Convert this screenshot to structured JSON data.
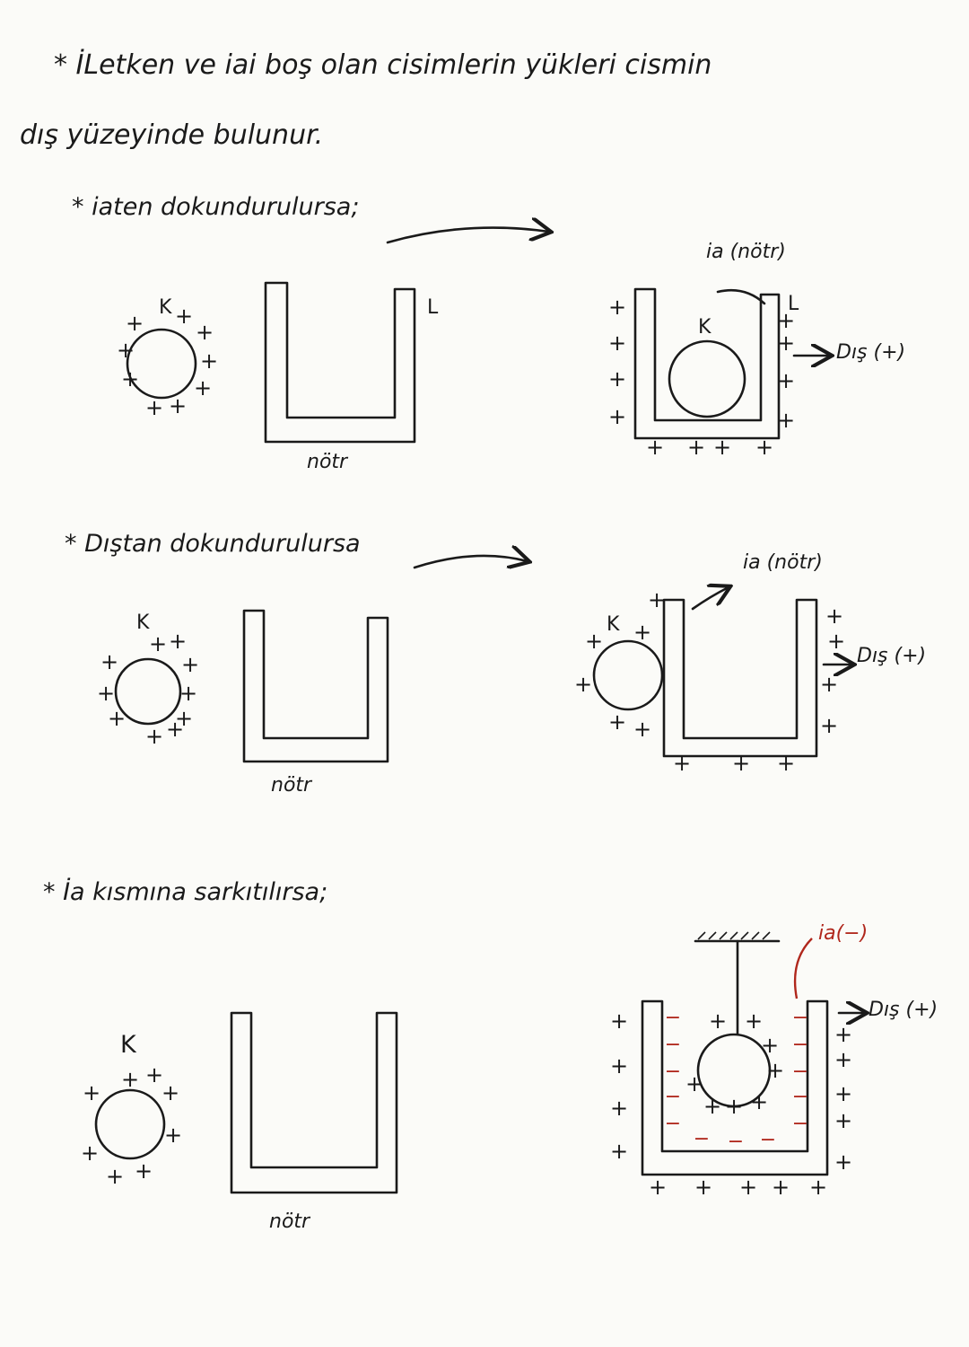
{
  "heading": {
    "line1": "* İLetken  ve  iai  boş  olan  cisimlerin  yükleri  cismin",
    "line2": "dış  yüzeyinde  bulunur."
  },
  "cases": [
    {
      "title": "* iaten  dokundurulursa;",
      "before": {
        "sphere_label": "K",
        "container_label": "L",
        "neutral_label": "nötr"
      },
      "after": {
        "sphere_label": "K",
        "container_label": "L",
        "inner_label": "ia (nötr)",
        "outer_label": "Dış (+)"
      }
    },
    {
      "title": "* Dıştan  dokundurulursa",
      "before": {
        "sphere_label": "K",
        "neutral_label": "nötr"
      },
      "after": {
        "sphere_label": "K",
        "inner_label": "ia (nötr)",
        "outer_label": "Dış (+)"
      }
    },
    {
      "title": "* İa  kısmına  sarkıtılırsa;",
      "before": {
        "sphere_label": "K",
        "neutral_label": "nötr"
      },
      "after": {
        "inner_label": "ia(−)",
        "outer_label": "Dış (+)"
      }
    }
  ],
  "colors": {
    "ink": "#1a1a1a",
    "red": "#b0271c",
    "paper": "#fbfbf8"
  },
  "charges": {
    "positive": "+",
    "negative": "−"
  }
}
